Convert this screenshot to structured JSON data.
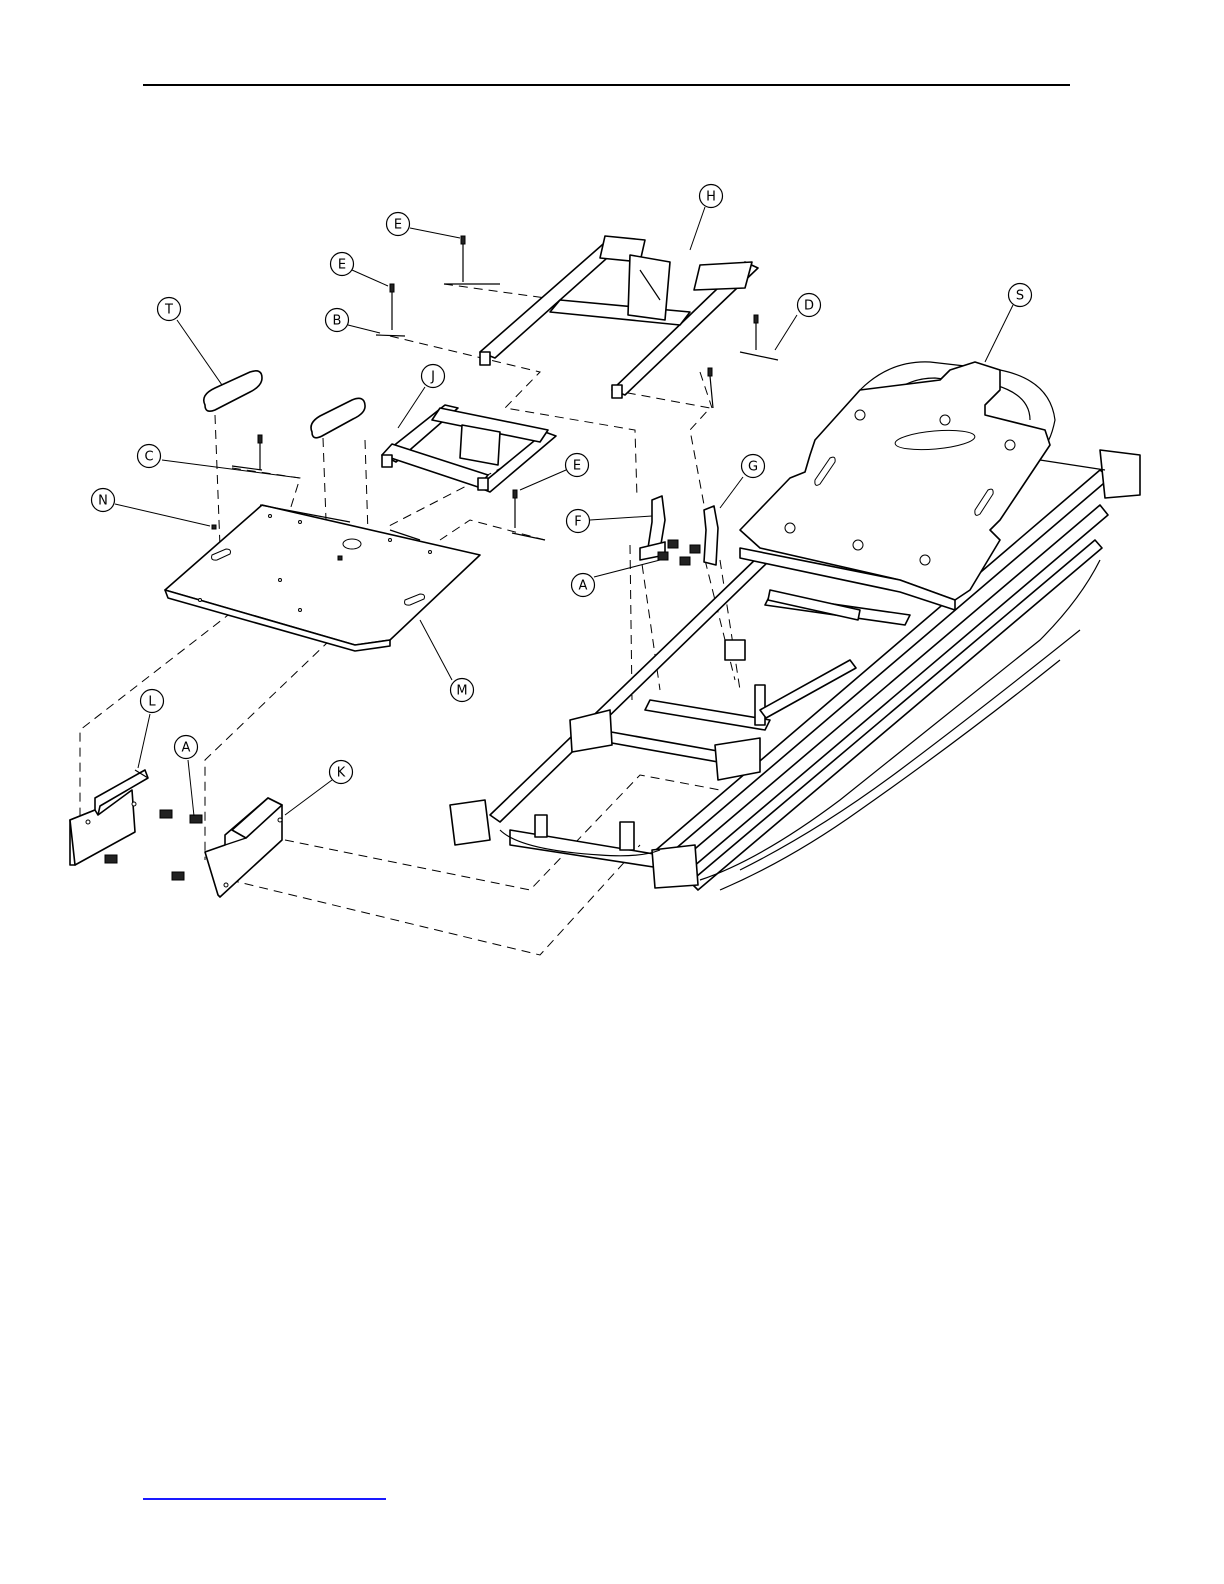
{
  "callouts": [
    {
      "id": "H",
      "label": "H"
    },
    {
      "id": "E1",
      "label": "E"
    },
    {
      "id": "E2",
      "label": "E"
    },
    {
      "id": "B",
      "label": "B"
    },
    {
      "id": "D",
      "label": "D"
    },
    {
      "id": "S",
      "label": "S"
    },
    {
      "id": "T",
      "label": "T"
    },
    {
      "id": "J",
      "label": "J"
    },
    {
      "id": "C",
      "label": "C"
    },
    {
      "id": "E3",
      "label": "E"
    },
    {
      "id": "G",
      "label": "G"
    },
    {
      "id": "N",
      "label": "N"
    },
    {
      "id": "F",
      "label": "F"
    },
    {
      "id": "A1",
      "label": "A"
    },
    {
      "id": "M",
      "label": "M"
    },
    {
      "id": "L",
      "label": "L"
    },
    {
      "id": "A2",
      "label": "A"
    },
    {
      "id": "K",
      "label": "K"
    }
  ],
  "colors": {
    "line": "#000000",
    "footer_link": "#1a1aff"
  }
}
